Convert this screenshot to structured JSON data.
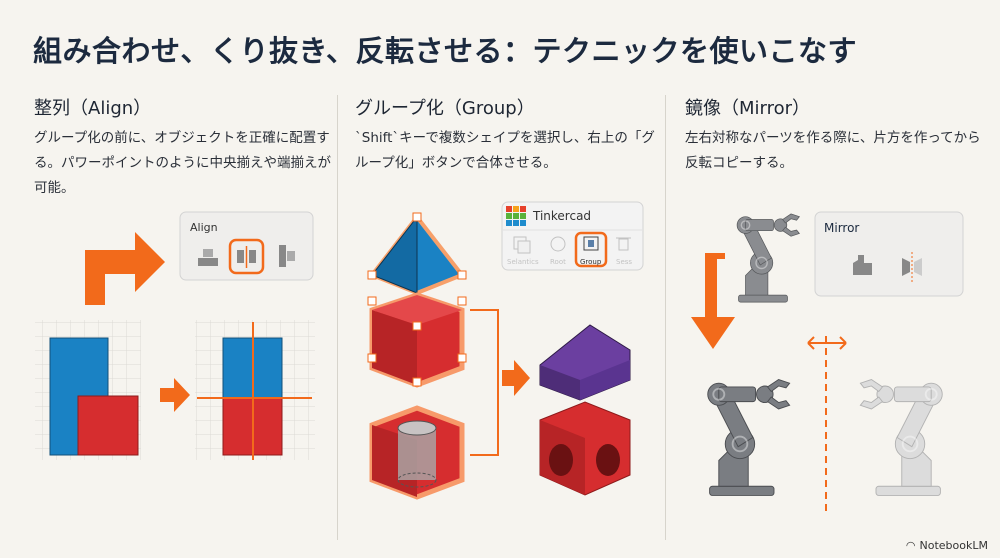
{
  "title": "組み合わせ、くり抜き、反転させる：テクニックを使いこなす",
  "sections": [
    {
      "heading": "整列（Align）",
      "body": "グループ化の前に、オブジェクトを正確に配置する。パワーポイントのように中央揃えや端揃えが可能。",
      "panel": {
        "title": "Align"
      }
    },
    {
      "heading": "グループ化（Group）",
      "body": "`Shift`キーで複数シェイプを選択し、右上の「グループ化」ボタンで合体させる。",
      "panel": {
        "title": "Tinkercad",
        "buttons": [
          "Selantics",
          "Root",
          "Group",
          "Sess"
        ]
      }
    },
    {
      "heading": "鏡像（Mirror）",
      "body": "左右対称なパーツを作る際に、片方を作ってから反転コピーする。",
      "panel": {
        "title": "Mirror"
      }
    }
  ],
  "footer": {
    "brand": "NotebookLM"
  },
  "colors": {
    "accent": "#f26a1b",
    "blue": "#1a82c4",
    "red": "#d62d2f",
    "purple": "#6b3fa0",
    "gray": "#7a7d82"
  }
}
